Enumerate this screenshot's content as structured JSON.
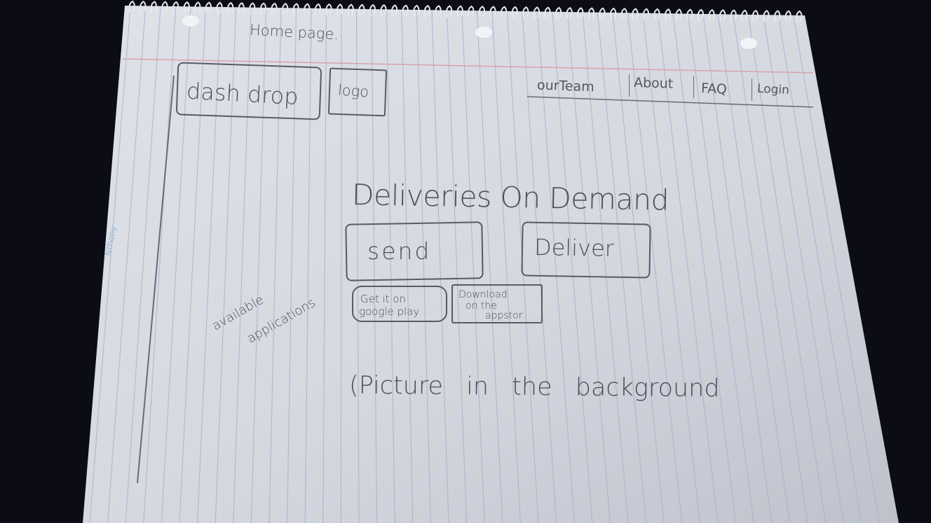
{
  "page_label": "Home page.",
  "header": {
    "brand_label": "dash drop",
    "logo_label": "logo",
    "nav": [
      {
        "label": "ourTeam"
      },
      {
        "label": "About"
      },
      {
        "label": "FAQ"
      },
      {
        "label": "Login"
      }
    ]
  },
  "hero": {
    "headline": "Deliveries On Demand",
    "send_label": "send",
    "deliver_label": "Deliver"
  },
  "stores": {
    "annotation_line1": "available",
    "annotation_line2": "applications",
    "google_line1": "Get it on",
    "google_line2": "google play",
    "apple_line1": "Download",
    "apple_line2": "on the",
    "apple_line3": "appstor."
  },
  "margin_note": "Nthony",
  "background_note": "(Picture in the background",
  "colors": {
    "paper": "#d7dae0",
    "rule_line": "#9fb0d8",
    "margin_line": "#d9a2aa",
    "ink": "#4e4e58",
    "background": "#0b0c16"
  }
}
